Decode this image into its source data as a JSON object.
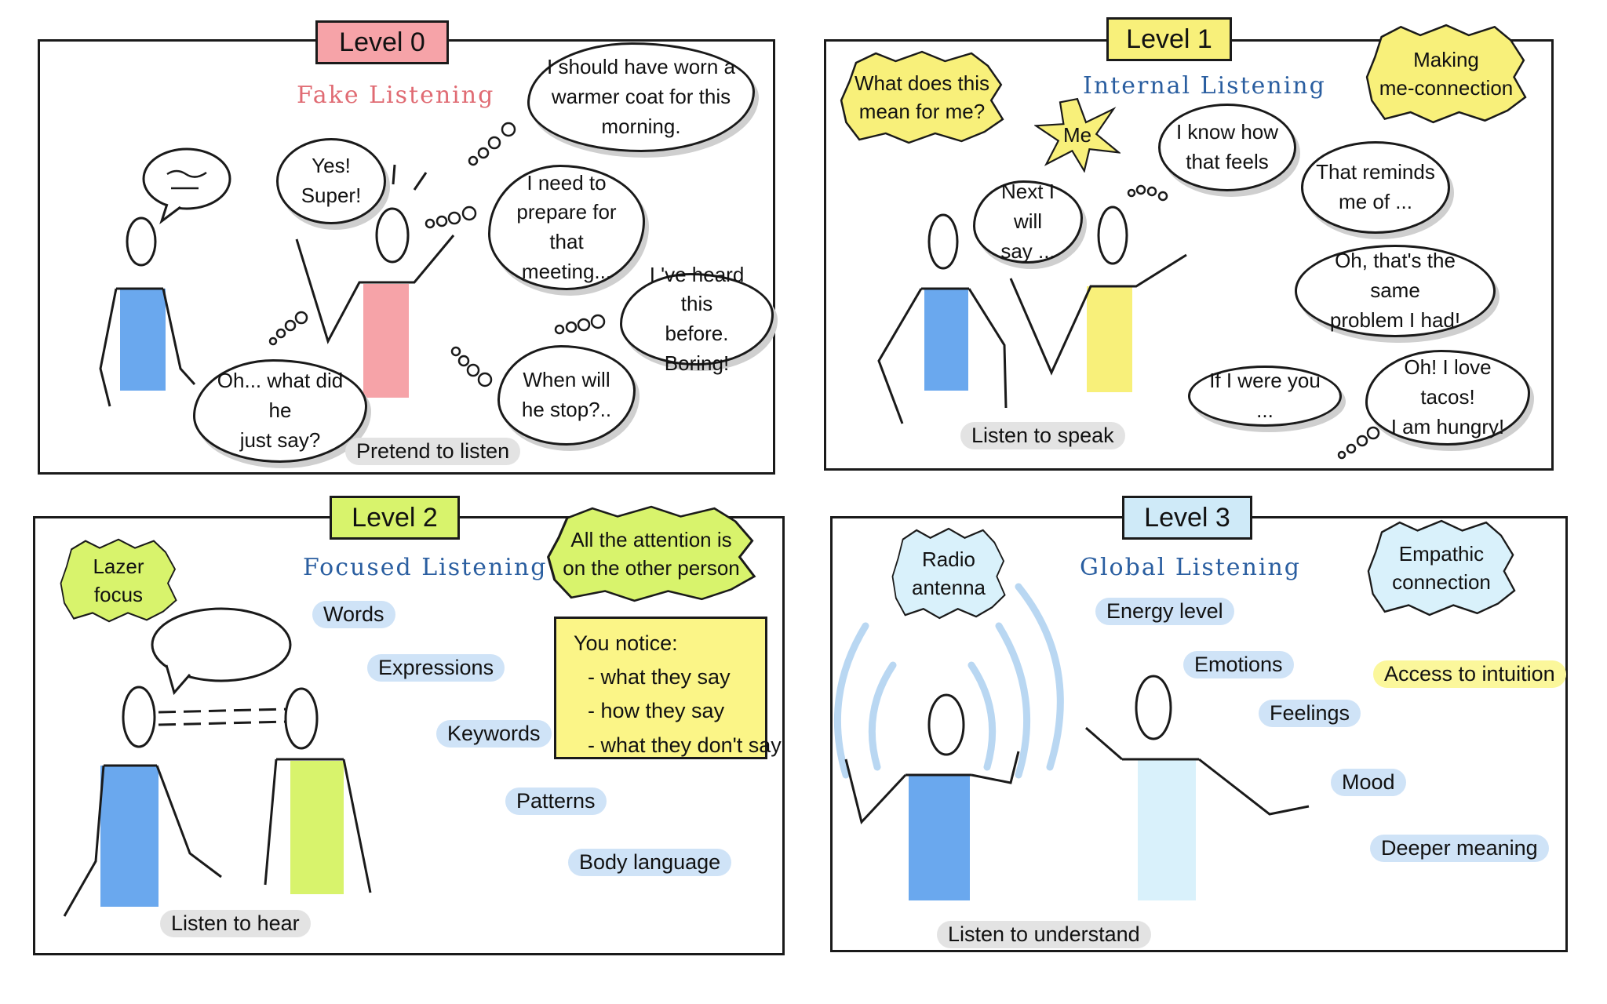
{
  "colors": {
    "level0": "#f6a3a8",
    "level1": "#f8f07a",
    "level2": "#d8f36c",
    "level3": "#cfeaf8",
    "blue_person": "#6aa8ee",
    "pink_person": "#f6a3a8",
    "yellow_person": "#f8f07a",
    "green_person": "#d8f36c",
    "lightblue_person": "#d9f1fb",
    "title_red": "#e06b73",
    "title_blue": "#2a5ea0"
  },
  "level0": {
    "tag": "Level 0",
    "title": "Fake Listening",
    "yes_bubble": "Yes!\nSuper!",
    "thought_coat": "I should have worn a\nwarmer coat for this\nmorning.",
    "thought_meeting": "I need to\nprepare for\nthat meeting...",
    "thought_boring": "I 've heard this\nbefore. Boring!",
    "thought_stop": "When will\nhe stop?..",
    "thought_what": "Oh... what did he\njust say?",
    "caption": "Pretend to listen"
  },
  "level1": {
    "tag": "Level 1",
    "title": "Internal Listening",
    "burst_mean": "What does this\nmean for me?",
    "burst_me": "Me",
    "burst_making": "Making\nme-connection",
    "thought_next": "Next I will\nsay ...",
    "bubble_know": "I know how\nthat feels",
    "bubble_reminds": "That reminds\nme of ...",
    "bubble_same": "Oh, that's the same\nproblem I had!",
    "bubble_if": "If I were you ...",
    "thought_tacos": "Oh! I love tacos!\nI am hungry!",
    "caption": "Listen to speak"
  },
  "level2": {
    "tag": "Level 2",
    "title": "Focused Listening",
    "burst_lazer": "Lazer\nfocus",
    "burst_attention": "All the attention is\non the other person",
    "words": [
      "Words",
      "Expressions",
      "Keywords",
      "Patterns",
      "Body language"
    ],
    "note_title": "You notice:",
    "note_items": [
      "- what they say",
      "- how they say",
      "- what they don't say"
    ],
    "caption": "Listen to hear"
  },
  "level3": {
    "tag": "Level 3",
    "title": "Global Listening",
    "burst_radio": "Radio\nantenna",
    "burst_empathic": "Empathic\nconnection",
    "words": [
      "Energy level",
      "Emotions",
      "Feelings",
      "Mood",
      "Deeper meaning"
    ],
    "intuition": "Access to intuition",
    "caption": "Listen to understand"
  }
}
